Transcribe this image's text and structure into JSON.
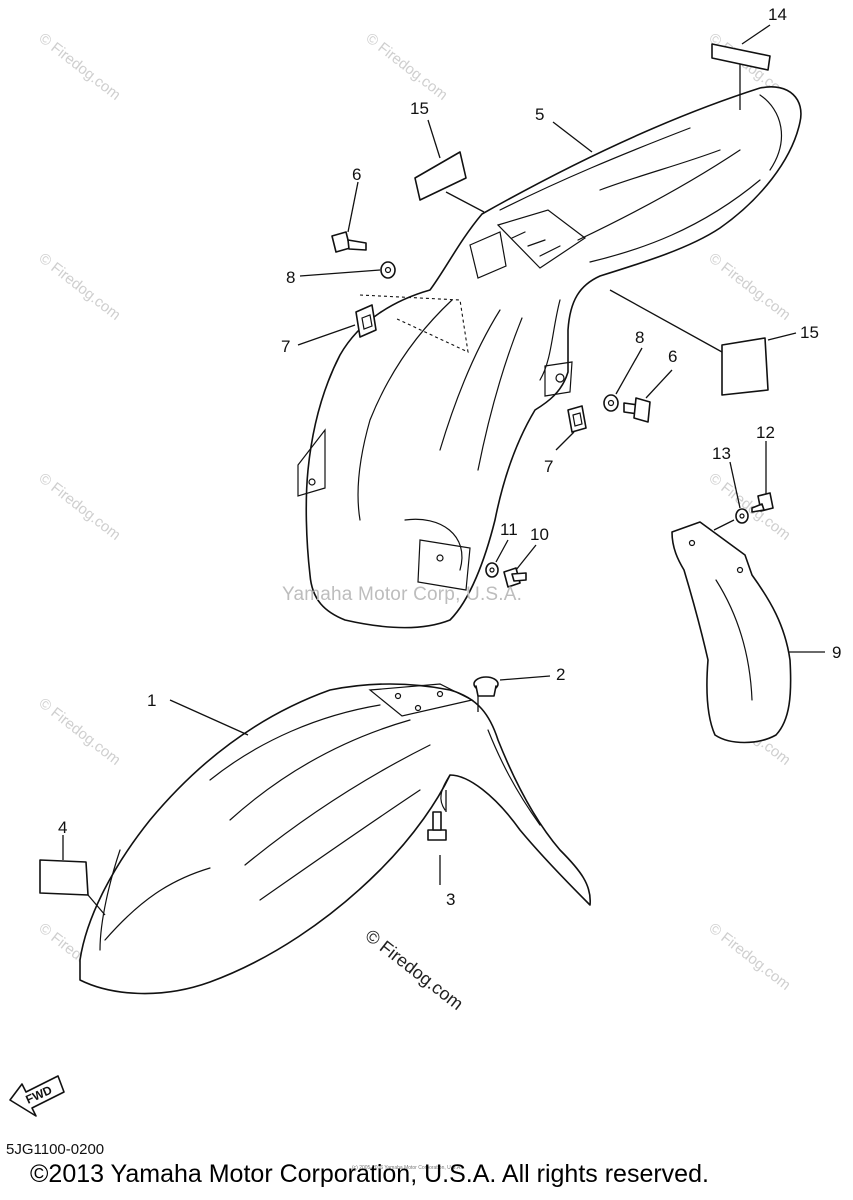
{
  "callouts": [
    {
      "id": "p1",
      "label": "1"
    },
    {
      "id": "p2",
      "label": "2"
    },
    {
      "id": "p3",
      "label": "3"
    },
    {
      "id": "p4",
      "label": "4"
    },
    {
      "id": "p5",
      "label": "5"
    },
    {
      "id": "p6a",
      "label": "6"
    },
    {
      "id": "p6b",
      "label": "6"
    },
    {
      "id": "p7a",
      "label": "7"
    },
    {
      "id": "p7b",
      "label": "7"
    },
    {
      "id": "p8a",
      "label": "8"
    },
    {
      "id": "p8b",
      "label": "8"
    },
    {
      "id": "p9",
      "label": "9"
    },
    {
      "id": "p10",
      "label": "10"
    },
    {
      "id": "p11",
      "label": "11"
    },
    {
      "id": "p12",
      "label": "12"
    },
    {
      "id": "p13",
      "label": "13"
    },
    {
      "id": "p14",
      "label": "14"
    },
    {
      "id": "p15a",
      "label": "15"
    },
    {
      "id": "p15b",
      "label": "15"
    }
  ],
  "watermarks": {
    "center": "Yamaha Motor Corp, U.S.A.",
    "site": "© Firedog.com",
    "site_mid": "© Firedog.com"
  },
  "fwd_label": "FWD",
  "drawing_code": "5JG1100-0200",
  "tiny_copyright": "(c) 2005-2016 Yamaha Motor Corporation, U.S.A.",
  "copyright": "©2013 Yamaha Motor Corporation, U.S.A. All rights reserved."
}
